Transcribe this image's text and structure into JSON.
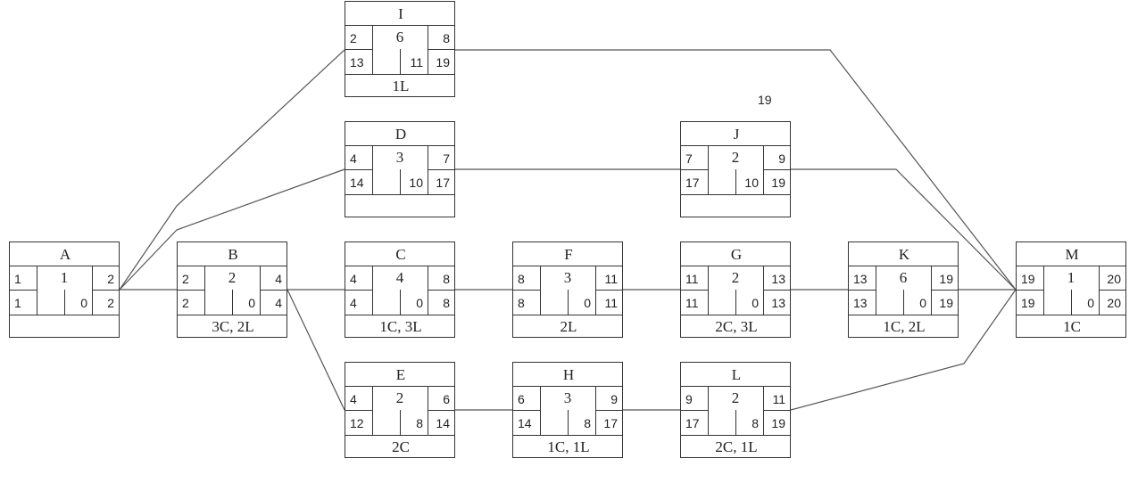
{
  "nodes": {
    "A": {
      "name": "A",
      "dur": "1",
      "es": "1",
      "ef": "2",
      "ls": "1",
      "float": "0",
      "lf": "2",
      "res": ""
    },
    "B": {
      "name": "B",
      "dur": "2",
      "es": "2",
      "ef": "4",
      "ls": "2",
      "float": "0",
      "lf": "4",
      "res": "3C, 2L"
    },
    "C": {
      "name": "C",
      "dur": "4",
      "es": "4",
      "ef": "8",
      "ls": "4",
      "float": "0",
      "lf": "8",
      "res": "1C, 3L"
    },
    "D": {
      "name": "D",
      "dur": "3",
      "es": "4",
      "ef": "7",
      "ls": "14",
      "float": "10",
      "lf": "17",
      "res": ""
    },
    "E": {
      "name": "E",
      "dur": "2",
      "es": "4",
      "ef": "6",
      "ls": "12",
      "float": "8",
      "lf": "14",
      "res": "2C"
    },
    "F": {
      "name": "F",
      "dur": "3",
      "es": "8",
      "ef": "11",
      "ls": "8",
      "float": "0",
      "lf": "11",
      "res": "2L"
    },
    "G": {
      "name": "G",
      "dur": "2",
      "es": "11",
      "ef": "13",
      "ls": "11",
      "float": "0",
      "lf": "13",
      "res": "2C, 3L"
    },
    "H": {
      "name": "H",
      "dur": "3",
      "es": "6",
      "ef": "9",
      "ls": "14",
      "float": "8",
      "lf": "17",
      "res": "1C, 1L"
    },
    "I": {
      "name": "I",
      "dur": "6",
      "es": "2",
      "ef": "8",
      "ls": "13",
      "float": "11",
      "lf": "19",
      "res": "1L"
    },
    "J": {
      "name": "J",
      "dur": "2",
      "es": "7",
      "ef": "9",
      "ls": "17",
      "float": "10",
      "lf": "19",
      "res": ""
    },
    "K": {
      "name": "K",
      "dur": "6",
      "es": "13",
      "ef": "19",
      "ls": "13",
      "float": "0",
      "lf": "19",
      "res": "1C, 2L"
    },
    "L": {
      "name": "L",
      "dur": "2",
      "es": "9",
      "ef": "11",
      "ls": "17",
      "float": "8",
      "lf": "19",
      "res": "2C, 1L"
    },
    "M": {
      "name": "M",
      "dur": "1",
      "es": "19",
      "ef": "20",
      "ls": "19",
      "float": "0",
      "lf": "20",
      "res": "1C"
    }
  },
  "edges": [
    [
      "A",
      "B"
    ],
    [
      "A",
      "I"
    ],
    [
      "A",
      "D"
    ],
    [
      "B",
      "C"
    ],
    [
      "B",
      "E"
    ],
    [
      "C",
      "F"
    ],
    [
      "F",
      "G"
    ],
    [
      "G",
      "K"
    ],
    [
      "K",
      "M"
    ],
    [
      "E",
      "H"
    ],
    [
      "H",
      "L"
    ],
    [
      "L",
      "M"
    ],
    [
      "I",
      "M"
    ],
    [
      "D",
      "J"
    ],
    [
      "J",
      "M"
    ]
  ],
  "annotation": {
    "above_j": "19"
  }
}
